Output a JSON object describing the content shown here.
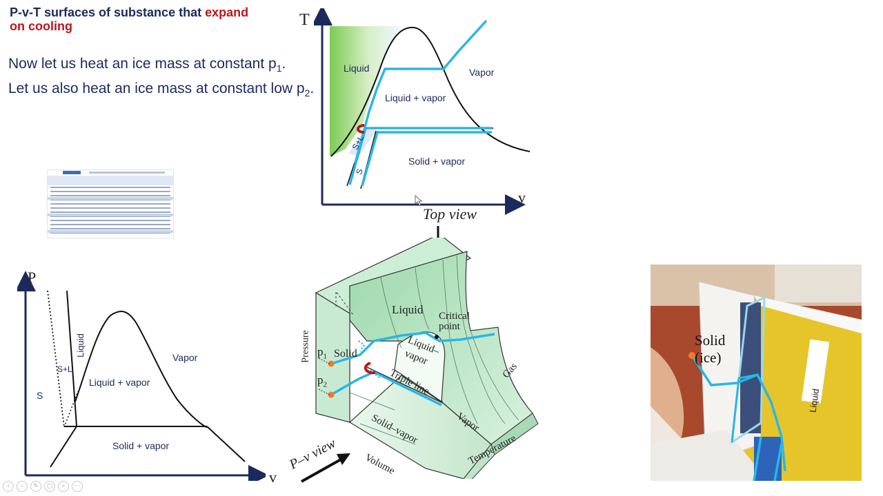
{
  "slide": {
    "title_main": "P-v-T surfaces of substance that",
    "title_red_1": "expand",
    "title_red_2": "on cooling",
    "line1_text": "Now let us heat an ice mass at constant p",
    "line1_sub": "1",
    "line1_end": ".",
    "line2_text": "Let us also heat an ice mass at constant low p",
    "line2_sub": "2",
    "line2_end": "."
  },
  "tv_diagram": {
    "axis_y": "T",
    "axis_x": "v",
    "liquid": "Liquid",
    "vapor": "Vapor",
    "liquid_vapor": "Liquid + vapor",
    "solid_vapor": "Solid + vapor",
    "s_plus_l": "S+L",
    "s": "S",
    "caption": "Top  view"
  },
  "pv_diagram": {
    "axis_y": "P",
    "axis_x": "v",
    "liquid": "Liquid",
    "vapor": "Vapor",
    "liquid_vapor": "Liquid + vapor",
    "solid_vapor": "Solid + vapor",
    "s_plus_l": "S+L",
    "s": "S"
  },
  "surface_3d": {
    "liquid": "Liquid",
    "critical_1": "Critical",
    "critical_2": "point",
    "solid": "Solid",
    "liquid_vapor_1": "Liquid–",
    "liquid_vapor_2": "vapor",
    "triple_line": "Triple line",
    "vapor": "Vapor",
    "gas": "Gas",
    "solid_vapor": "Solid–vapor",
    "pressure": "Pressure",
    "volume": "Volume",
    "temperature": "Temperature",
    "p1": "p",
    "p1_sub": "1",
    "p2": "p",
    "p2_sub": "2",
    "pv_view": "P–v view"
  },
  "photo": {
    "solid_1": "Solid",
    "solid_2": "(ice)",
    "card_label": "Liquid"
  },
  "colors": {
    "navy": "#1b2a5c",
    "red": "#c0151b",
    "cyan": "#29b6e6",
    "green": "#8fd27a",
    "surface": "#b9e3c4"
  },
  "toolbar_icons": [
    "prev-icon",
    "play-icon",
    "pen-icon",
    "copy-icon",
    "zoom-icon",
    "more-icon"
  ]
}
